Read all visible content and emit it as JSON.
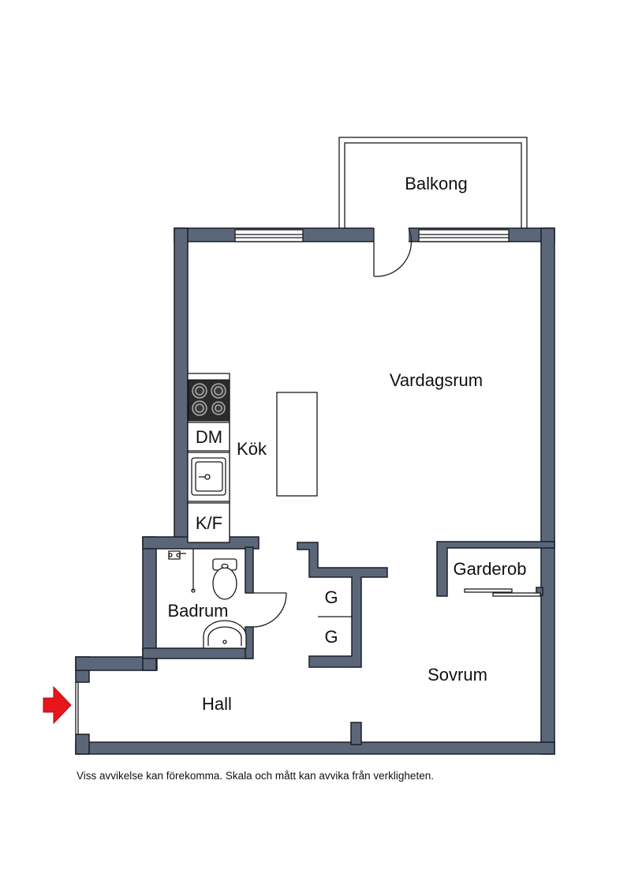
{
  "rooms": {
    "balkong": "Balkong",
    "vardagsrum": "Vardagsrum",
    "kok": "Kök",
    "badrum": "Badrum",
    "garderob": "Garderob",
    "sovrum": "Sovrum",
    "hall": "Hall"
  },
  "fixtures": {
    "dishwasher": "DM",
    "fridge_freezer": "K/F",
    "wardrobe_upper": "G",
    "wardrobe_lower": "G"
  },
  "disclaimer": "Viss avvikelse kan förekomma. Skala och mått kan avvika från verkligheten.",
  "colors": {
    "wall": "#5b6779",
    "entrance_arrow": "#e8161b"
  }
}
